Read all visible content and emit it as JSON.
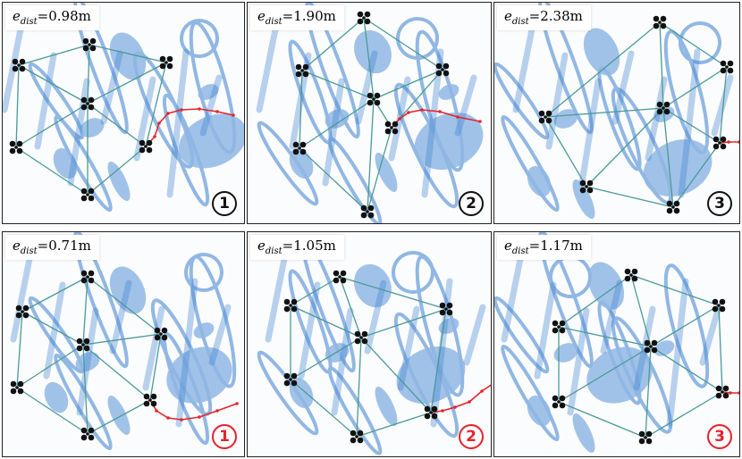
{
  "panels": [
    {
      "error_symbol": "e",
      "error_sub": "dist",
      "error_value": "=0.98m",
      "step": "1",
      "row": "top"
    },
    {
      "error_symbol": "e",
      "error_sub": "dist",
      "error_value": "=1.90m",
      "step": "2",
      "row": "top"
    },
    {
      "error_symbol": "e",
      "error_sub": "dist",
      "error_value": "=2.38m",
      "step": "3",
      "row": "top"
    },
    {
      "error_symbol": "e",
      "error_sub": "dist",
      "error_value": "=0.71m",
      "step": "1",
      "row": "bottom"
    },
    {
      "error_symbol": "e",
      "error_sub": "dist",
      "error_value": "=1.05m",
      "step": "2",
      "row": "bottom"
    },
    {
      "error_symbol": "e",
      "error_sub": "dist",
      "error_value": "=1.17m",
      "step": "3",
      "row": "bottom"
    }
  ],
  "colors": {
    "edge": "#4a9a98",
    "obstacle": "#3b7fd0",
    "trajectory": "#e2262b",
    "drone": "#111111",
    "badge_top": "#111111",
    "badge_bottom": "#e8202a"
  },
  "icons": {
    "drone": "quadrotor-icon",
    "step_badge": "circled-number-icon"
  }
}
